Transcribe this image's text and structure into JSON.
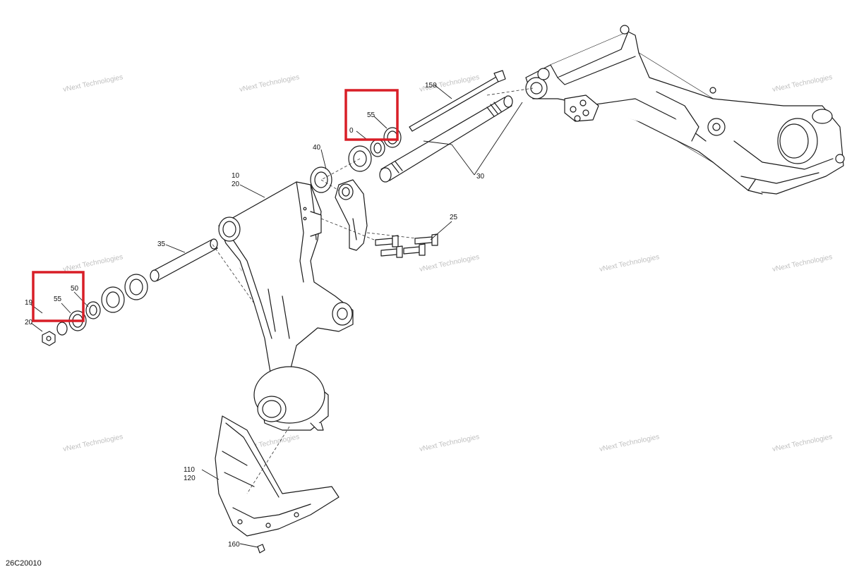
{
  "drawing_id": "26C20010",
  "watermark_text": "vNext Technologies",
  "callouts": {
    "c10": "10",
    "c20a": "20",
    "c19": "19",
    "c20b": "20",
    "c25": "25",
    "c30": "30",
    "c35": "35",
    "c40": "40",
    "c50": "50",
    "c55a": "55",
    "c55b": "55",
    "c0": "0",
    "c150": "150",
    "c110": "110",
    "c120": "120",
    "c160": "160"
  },
  "colors": {
    "line": "#1a1a1a",
    "highlight_box": "#d81e27",
    "watermark": "#b9b9b9"
  }
}
